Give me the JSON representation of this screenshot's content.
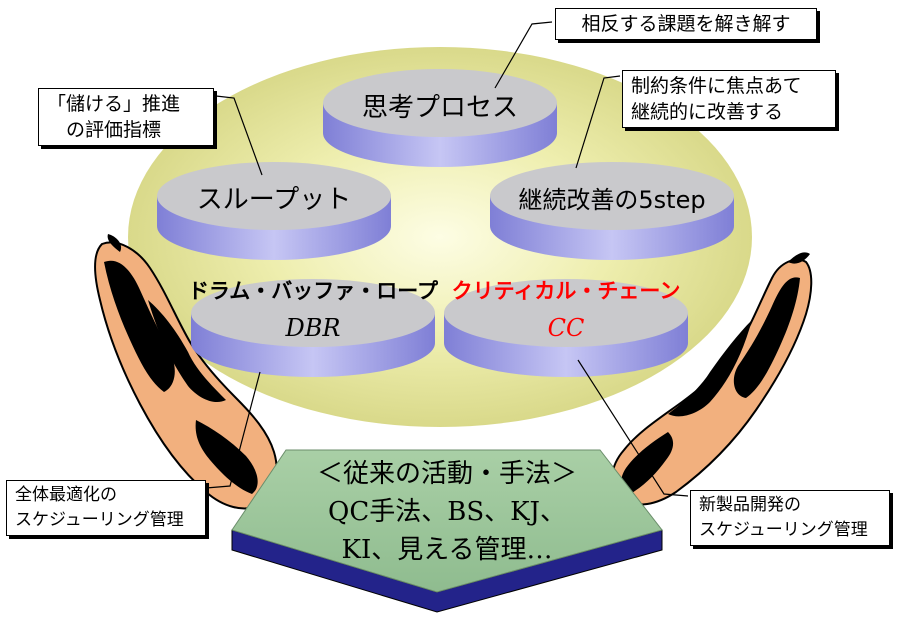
{
  "discs": {
    "thinking_process": "思考プロセス",
    "throughput": "スループット",
    "continuous_improvement": "継続改善の5step",
    "dbr_name": "ドラム・バッファ・ロープ",
    "dbr_abbr": "DBR",
    "cc_name": "クリティカル・チェーン",
    "cc_abbr": "CC"
  },
  "base": {
    "line1": "＜従来の活動・手法＞",
    "line2": "QC手法、BS、KJ、",
    "line3": "KI、見える管理…"
  },
  "callouts": {
    "conflict": "相反する課題を解き解す",
    "constraint_line1": "制約条件に焦点あて",
    "constraint_line2": "継続的に改善する",
    "profit_line1": "「儲ける」推進",
    "profit_line2": "　の評価指標",
    "global_line1": "全体最適化の",
    "global_line2": "スケジューリング管理",
    "product_line1": "新製品開発の",
    "product_line2": "スケジューリング管理"
  },
  "colors": {
    "oval": "#e6e69c",
    "oval_center": "#fbfbd8",
    "disc_top": "#c9c9cc",
    "disc_side": "#9999e0",
    "base_top": "#9fc59f",
    "base_side": "#23238a",
    "highlight_text": "#ff0000",
    "skin": "#f2b07e"
  }
}
